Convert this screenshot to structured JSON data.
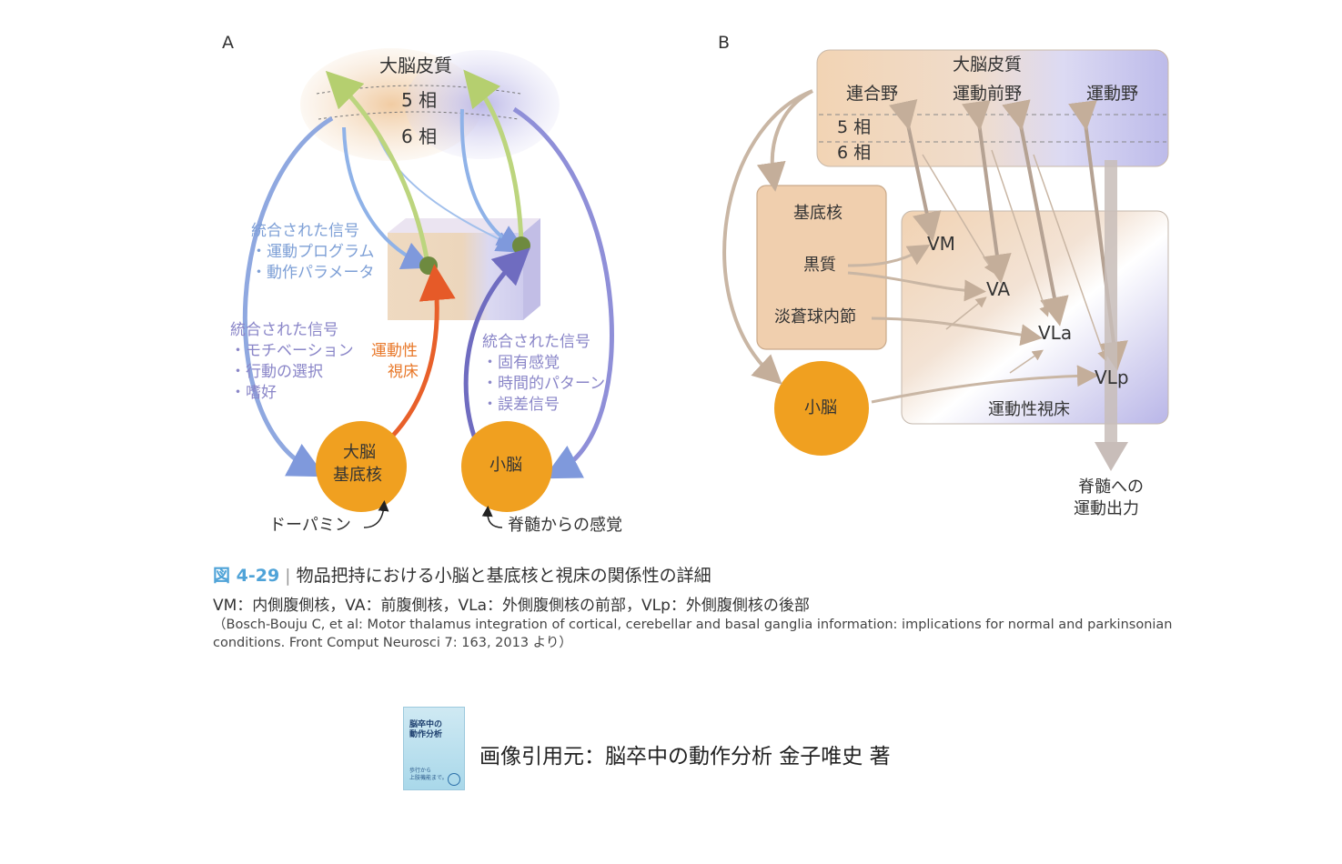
{
  "panel_a": {
    "letter": "A",
    "cortex_title": "大脳皮質",
    "layer5": "5 相",
    "layer6": "6 相",
    "integrated_blue": {
      "title": "統合された信号",
      "items": [
        "・運動プログラム",
        "・動作パラメータ"
      ]
    },
    "integrated_purple_left": {
      "title": "統合された信号",
      "items": [
        "・モチベーション",
        "・行動の選択",
        "・嗜好"
      ]
    },
    "thalamus_label_line1": "運動性",
    "thalamus_label_line2": "視床",
    "integrated_purple_right": {
      "title": "統合された信号",
      "items": [
        "・固有感覚",
        "・時間的パターン",
        "・誤差信号"
      ]
    },
    "basal_ganglia_line1": "大脳",
    "basal_ganglia_line2": "基底核",
    "cerebellum": "小脳",
    "dopamine": "ドーパミン",
    "spinal_sense": "脊髄からの感覚"
  },
  "panel_b": {
    "letter": "B",
    "cortex_title": "大脳皮質",
    "assoc": "連合野",
    "premotor": "運動前野",
    "motor": "運動野",
    "layer5": "5 相",
    "layer6": "6 相",
    "basal_title": "基底核",
    "substantia_nigra": "黒質",
    "gpi": "淡蒼球内節",
    "cerebellum": "小脳",
    "vm": "VM",
    "va": "VA",
    "vla": "VLa",
    "vlp": "VLp",
    "thalamus": "運動性視床",
    "spinal_out_line1": "脊髄への",
    "spinal_out_line2": "運動出力"
  },
  "caption": {
    "fig_num": "図 4-29",
    "fig_title": "物品把持における小脳と基底核と視床の関係性の詳細",
    "abbrev": "VM：内側腹側核，VA：前腹側核，VLa：外側腹側核の前部，VLp：外側腹側核の後部",
    "reference": "（Bosch-Bouju C, et al: Motor thalamus integration of cortical, cerebellar and basal ganglia information: implications for normal and parkinsonian conditions. Front Comput Neurosci 7: 163, 2013 より）"
  },
  "book": {
    "title": "脳卒中の\n動作分析",
    "subtitle": "歩行から\n上肢機能まで。"
  },
  "source": "画像引用元：脳卒中の動作分析 金子唯史 著",
  "colors": {
    "orange_circle": "#f0a020",
    "blue_arrow": "#8fa8e0",
    "green_arrow": "#b8d07a",
    "red_arrow": "#e8602a",
    "tan_arrow": "#c9b6a4",
    "cortex_tan": "#f2d3b0",
    "cortex_purple": "#c9c6ec"
  }
}
